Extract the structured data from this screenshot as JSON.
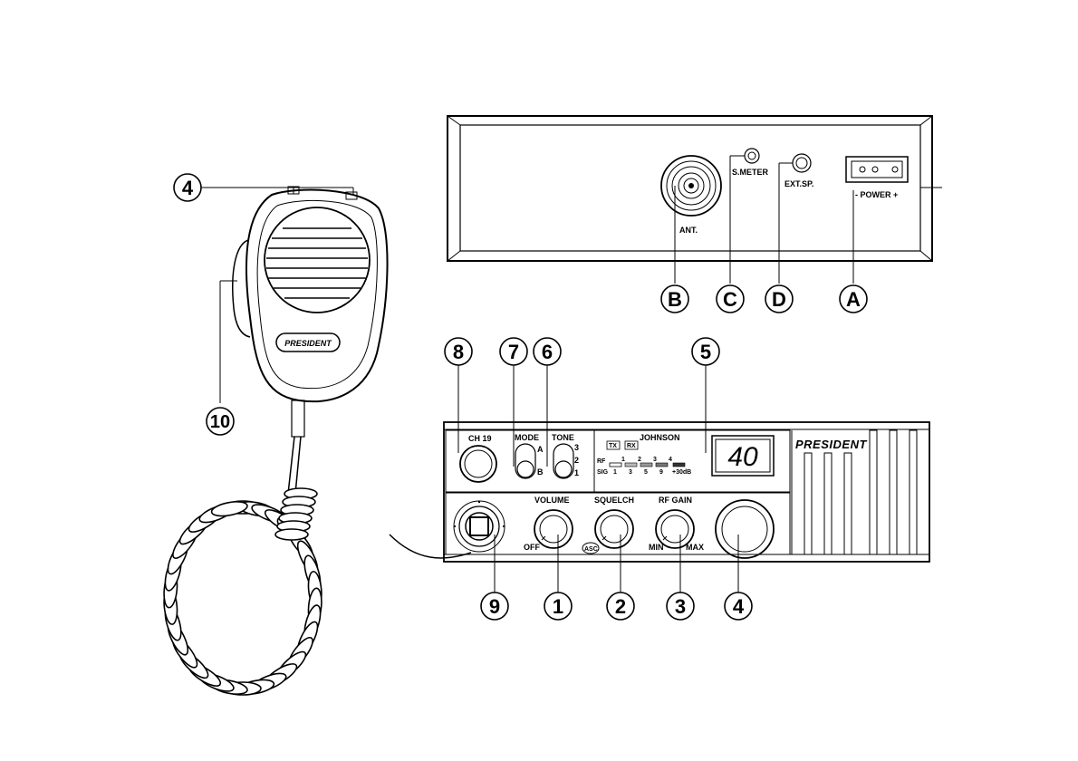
{
  "rear_panel": {
    "ant_label": "ANT.",
    "smeter_label": "S.METER",
    "extsp_label": "EXT.SP.",
    "power_label": "- POWER +"
  },
  "front_panel": {
    "ch19_label": "CH 19",
    "mode_label": "MODE",
    "mode_a": "A",
    "mode_b": "B",
    "tone_label": "TONE",
    "tone_3": "3",
    "tone_2": "2",
    "tone_1": "1",
    "model_name": "JOHNSON",
    "tx_label": "TX",
    "rx_label": "RX",
    "rf_label": "RF",
    "sig_label": "SIG",
    "rf_scale": [
      "1",
      "2",
      "3",
      "4"
    ],
    "sig_scale": [
      "1",
      "3",
      "5",
      "9",
      "+30dB"
    ],
    "channel_display": "40",
    "brand": "PRESIDENT",
    "volume_label": "VOLUME",
    "off_label": "OFF",
    "squelch_label": "SQUELCH",
    "asc_label": "ASC",
    "rfgain_label": "RF GAIN",
    "min_label": "MIN",
    "max_label": "MAX"
  },
  "microphone": {
    "brand": "PRESIDENT"
  },
  "callouts": {
    "mic_buttons": "4",
    "mic_ptt": "10",
    "rear_b": "B",
    "rear_c": "C",
    "rear_d": "D",
    "rear_a": "A",
    "ch19": "8",
    "mode": "7",
    "tone": "6",
    "display": "5",
    "mic_socket": "9",
    "volume": "1",
    "squelch": "2",
    "rfgain": "3",
    "channel_knob": "4"
  }
}
